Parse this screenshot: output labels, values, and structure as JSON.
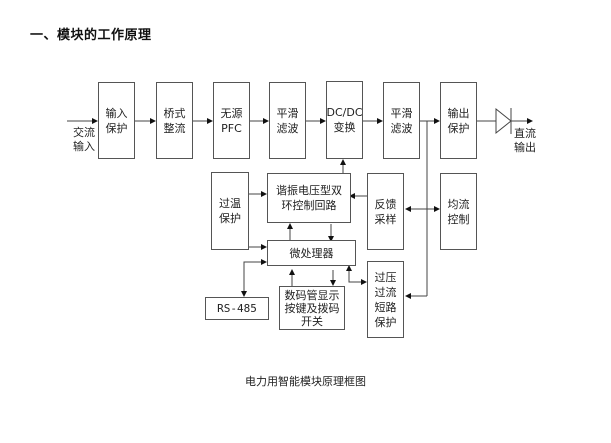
{
  "heading": "一、模块的工作原理",
  "caption": "电力用智能模块原理框图",
  "labels": {
    "ac_input": "交流\n输入",
    "dc_output": "直流\n输出"
  },
  "blocks": {
    "input_protection": "输入\n保护",
    "bridge_rectifier": "桥式\n整流",
    "passive_pfc": "无源\nPFC",
    "smoothing_filter_1": "平滑\n滤波",
    "dcdc_converter": "DC/DC\n变换",
    "smoothing_filter_2": "平滑\n滤波",
    "output_protection": "输出\n保护",
    "resonant_control": "谐振电压型双\n环控制回路",
    "over_temp_protection": "过温\n保护",
    "feedback_sampling": "反馈\n采样",
    "current_sharing": "均流\n控制",
    "microprocessor": "微处理器",
    "rs485": "RS-485",
    "display_keys": "数码管显示\n按键及拨码\n开关",
    "ov_oc_sc_protection": "过压\n过流\n短路\n保护"
  }
}
